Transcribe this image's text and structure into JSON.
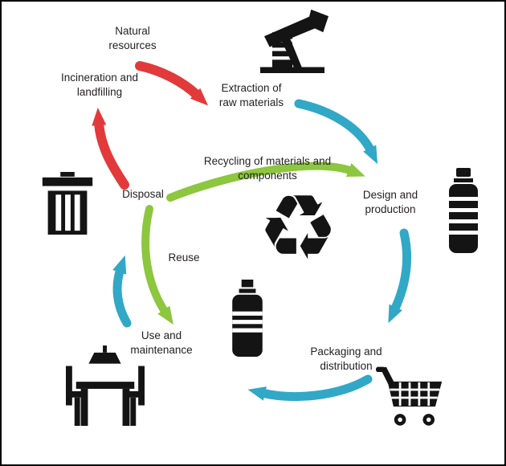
{
  "colors": {
    "bg": "#ffffff",
    "border": "#000000",
    "ink": "#141414",
    "text": "#231f20",
    "arrow-red": "#e23a3a",
    "arrow-teal": "#31a8c6",
    "arrow-green": "#8dc63f"
  },
  "labels": {
    "natural_resources": "Natural\nresources",
    "incineration": "Incineration and\nlandfilling",
    "extraction": "Extraction of\nraw materials",
    "design": "Design and\nproduction",
    "disposal": "Disposal",
    "recycling": "Recycling of materials and\ncomponents",
    "reuse": "Reuse",
    "use_maintenance": "Use and\nmaintenance",
    "packaging": "Packaging and\ndistribution"
  },
  "icons": {
    "recycle_glyph": "♻",
    "list": [
      "oil-pump-icon",
      "trash-can-icon",
      "water-bottle-icon",
      "detergent-bottle-icon",
      "shopping-cart-icon",
      "dining-set-icon",
      "recycling-symbol-icon"
    ]
  },
  "flows": [
    {
      "from": "Natural resources",
      "to": "Extraction of raw materials",
      "color": "red"
    },
    {
      "from": "Disposal",
      "to": "Incineration and landfilling",
      "color": "red"
    },
    {
      "from": "Extraction of raw materials",
      "to": "Design and production",
      "color": "teal"
    },
    {
      "from": "Design and production",
      "to": "Packaging and distribution",
      "color": "teal"
    },
    {
      "from": "Packaging and distribution",
      "to": "Use and maintenance",
      "color": "teal"
    },
    {
      "from": "Use and maintenance",
      "to": "Disposal",
      "color": "teal"
    },
    {
      "from": "Disposal",
      "to": "Design and production",
      "color": "green",
      "label": "Recycling of materials and components"
    },
    {
      "from": "Disposal",
      "to": "Use and maintenance",
      "color": "green",
      "label": "Reuse"
    }
  ]
}
